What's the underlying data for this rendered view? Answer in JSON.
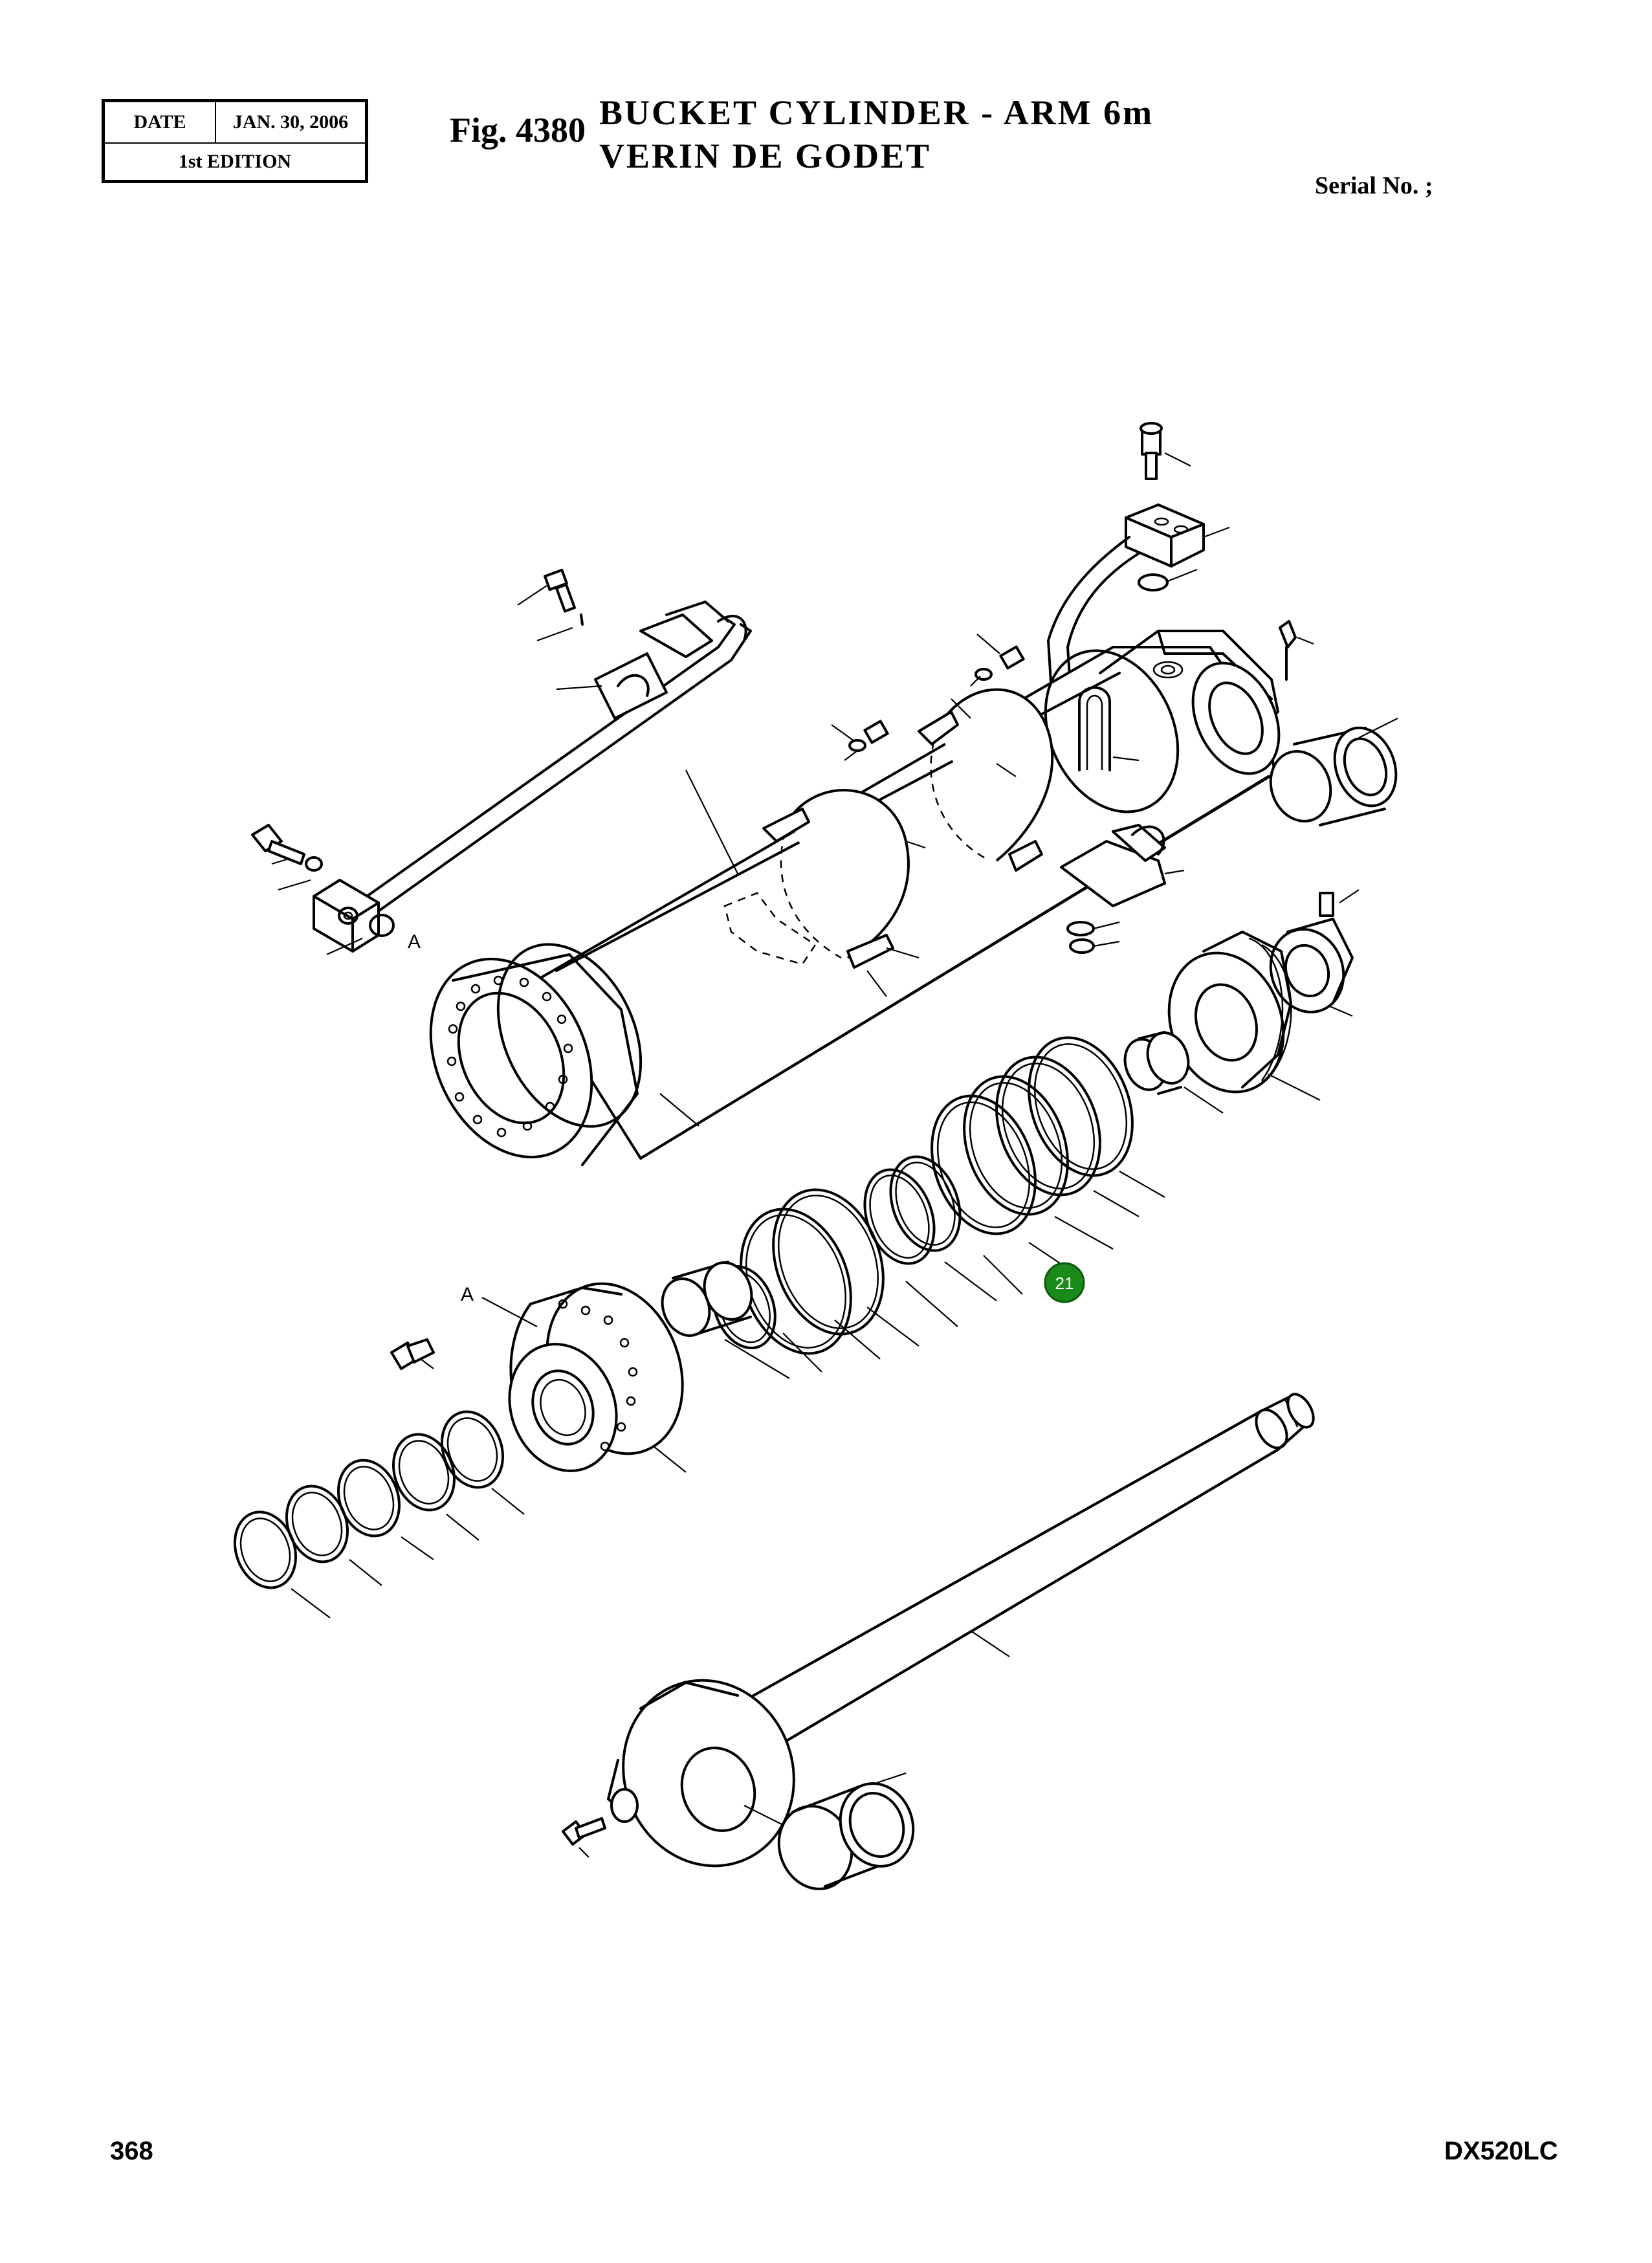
{
  "header": {
    "date_label": "DATE",
    "date_value": "JAN. 30, 2006",
    "edition": "1st EDITION",
    "fig_label": "Fig. 4380",
    "title_en": "BUCKET CYLINDER - ARM 6m",
    "title_fr": "VERIN DE GODET",
    "serial": "Serial No. ;"
  },
  "diagram": {
    "callouts": [
      {
        "id": "callout-a-pipe",
        "text": "A"
      },
      {
        "id": "callout-a-head",
        "text": "A"
      }
    ],
    "badge": {
      "text": "21",
      "color": "#1a8a1a"
    }
  },
  "footer": {
    "page_number": "368",
    "model": "DX520LC"
  }
}
